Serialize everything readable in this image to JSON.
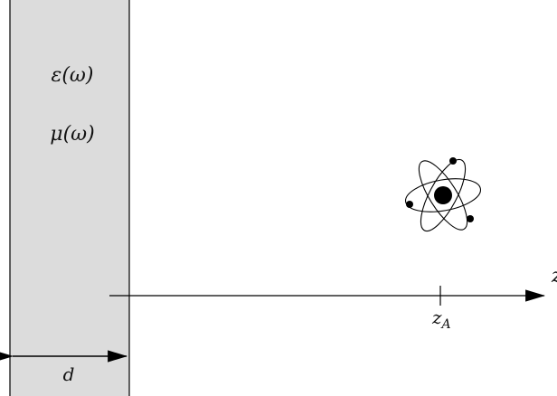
{
  "slab": {
    "fill": "#dcdcdc",
    "epsilon_label": "ε(ω)",
    "mu_label": "μ(ω)",
    "thickness_label": "d"
  },
  "axis": {
    "label": "z",
    "atom_position_label": "z",
    "atom_position_subscript": "A"
  },
  "atom": {
    "icon": "atom-icon"
  }
}
